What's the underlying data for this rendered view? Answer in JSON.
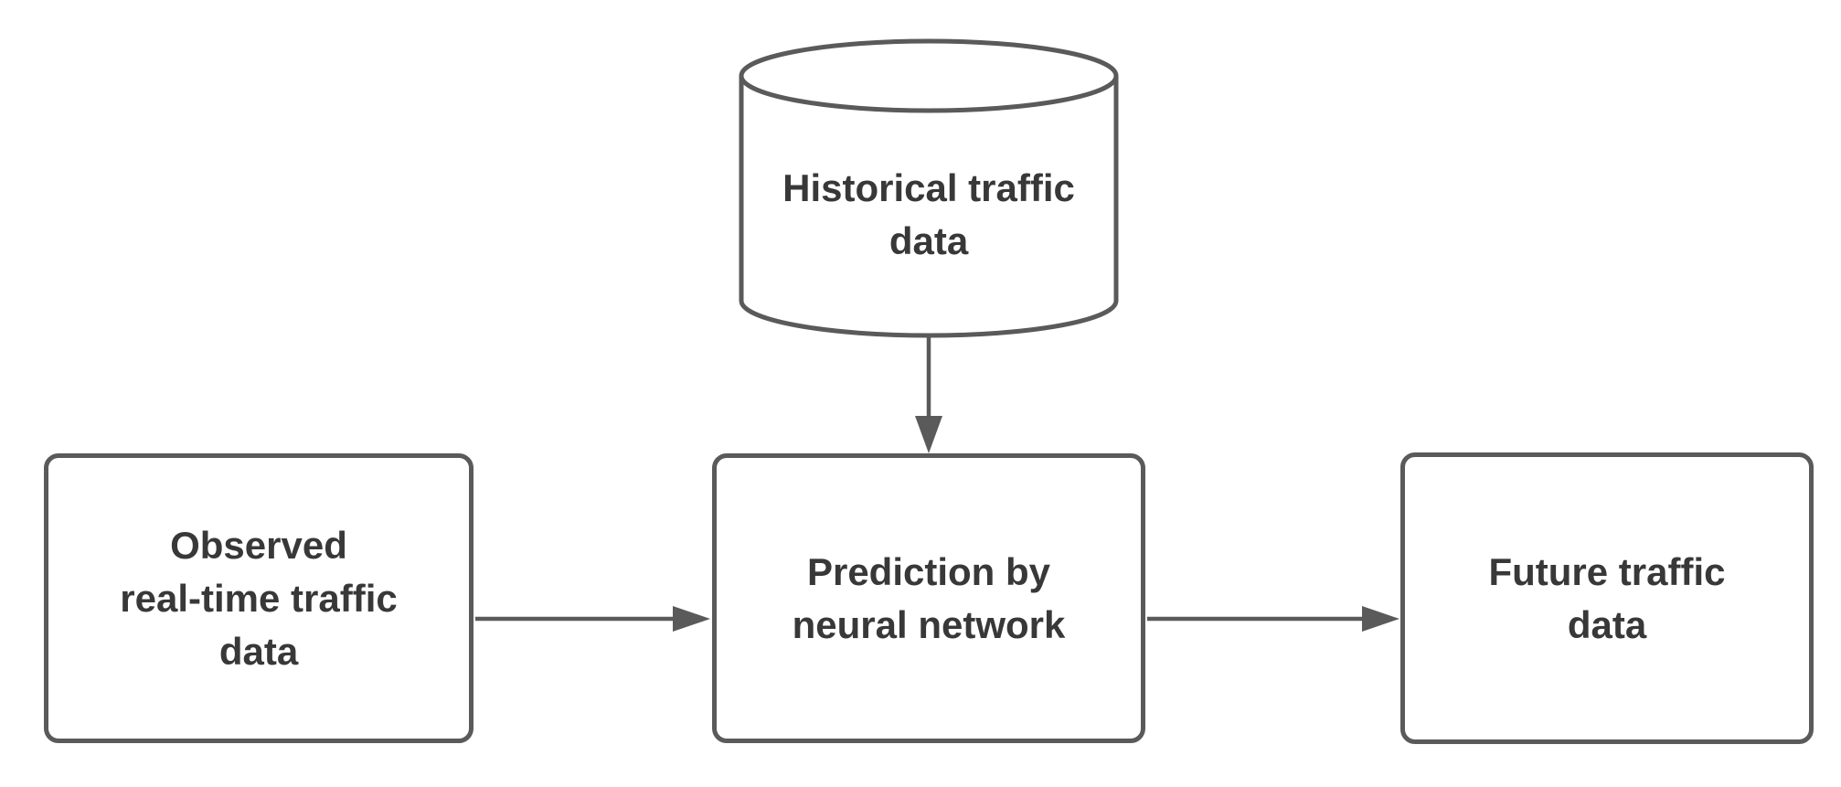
{
  "colors": {
    "stroke": "#5a5a5a",
    "text": "#383838",
    "background": "#ffffff"
  },
  "nodes": {
    "historical": {
      "shape": "cylinder",
      "lines": [
        "Historical traffic",
        "data"
      ]
    },
    "observed": {
      "shape": "rectangle",
      "lines": [
        "Observed",
        "real-time traffic",
        "data"
      ]
    },
    "prediction": {
      "shape": "rectangle",
      "lines": [
        "Prediction by",
        "neural network"
      ]
    },
    "future": {
      "shape": "rectangle",
      "lines": [
        "Future traffic",
        "data"
      ]
    }
  },
  "edges": [
    {
      "from": "historical",
      "to": "prediction",
      "direction": "down"
    },
    {
      "from": "observed",
      "to": "prediction",
      "direction": "right"
    },
    {
      "from": "prediction",
      "to": "future",
      "direction": "right"
    }
  ]
}
